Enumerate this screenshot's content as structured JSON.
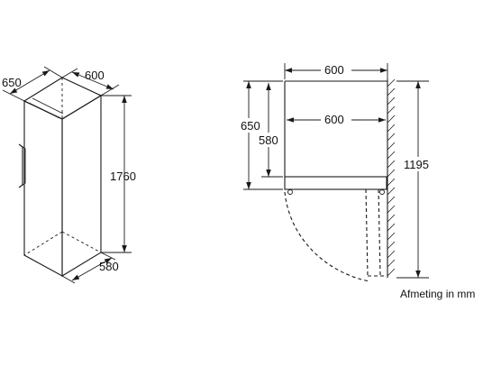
{
  "left_view": {
    "depth_label": "650",
    "width_label": "600",
    "height_label": "1760",
    "bottom_depth_label": "580"
  },
  "right_view": {
    "width_top_label": "600",
    "width_inner_label": "600",
    "depth_outer_label": "650",
    "depth_inner_label": "580",
    "door_swing_label": "1195"
  },
  "caption": "Afmeting in mm"
}
